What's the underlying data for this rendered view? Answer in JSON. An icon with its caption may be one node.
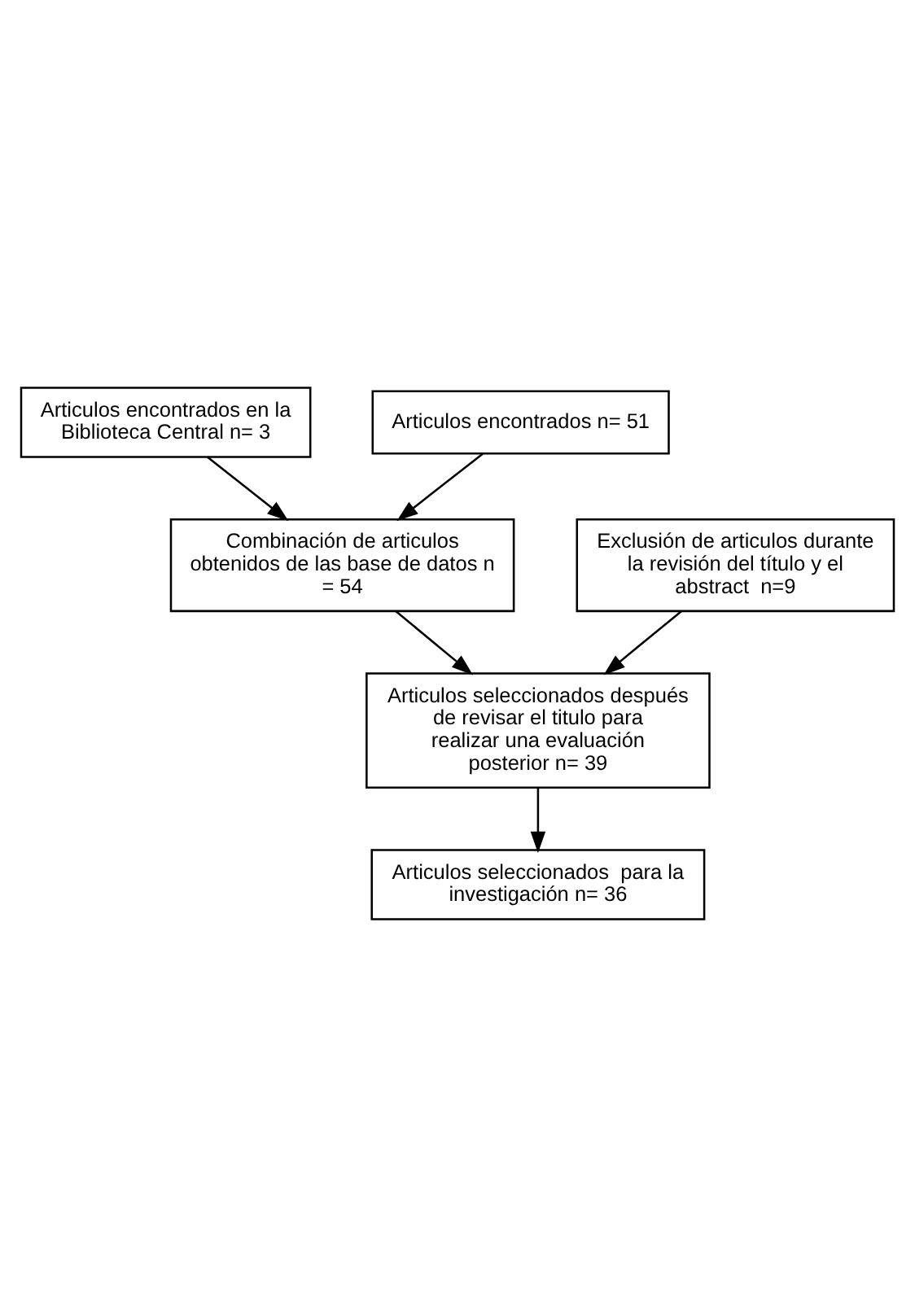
{
  "diagram": {
    "nodes": [
      {
        "text": [
          "Articulos encontrados en la Biblioteca Central n= 3"
        ]
      },
      {
        "text": [
          "Articulos encontrados n= 51"
        ]
      },
      {
        "text": [
          "Combinación de articulos obtenidos de las base de datos n = 54"
        ]
      },
      {
        "text": [
          "Exclusión de articulos durante la revisión del título y el abstract  n=9"
        ]
      },
      {
        "text": [
          "Articulos seleccionados después de revisar el titulo para realizar una evaluación posterior n= 39"
        ]
      },
      {
        "text": [
          "Articulos seleccionados  para la investigación n= 36"
        ]
      }
    ],
    "edges": [
      {
        "from": 0,
        "to": 2,
        "arrow": "to"
      },
      {
        "from": 1,
        "to": 2,
        "arrow": "to"
      },
      {
        "from": 2,
        "to": 4,
        "arrow": "to"
      },
      {
        "from": 3,
        "to": 4,
        "arrow": "to"
      },
      {
        "from": 4,
        "to": 5,
        "arrow": "to"
      }
    ]
  }
}
